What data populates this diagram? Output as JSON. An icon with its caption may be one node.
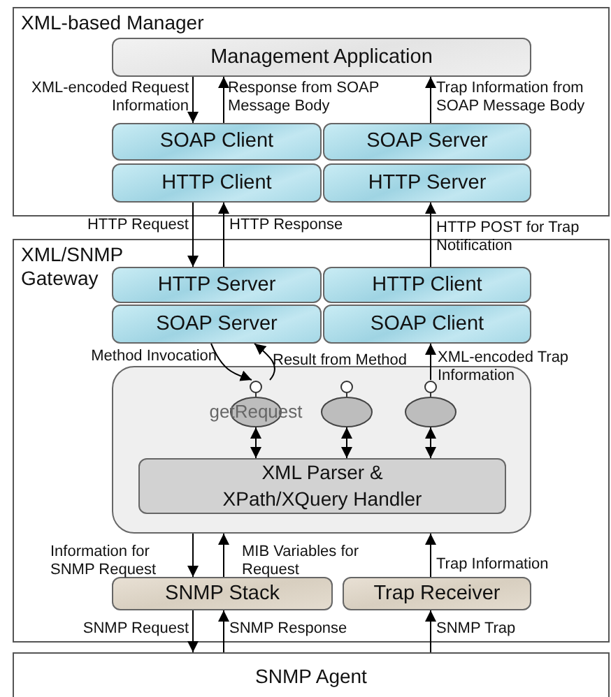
{
  "diagram": {
    "nodes": [
      {
        "text": [
          "XML-based Manager"
        ]
      },
      {
        "text": [
          "Management Application"
        ],
        "in": 0
      },
      {
        "text": [
          "SOAP Client"
        ],
        "in": 0
      },
      {
        "text": [
          "SOAP Server"
        ],
        "in": 0
      },
      {
        "text": [
          "HTTP Client"
        ],
        "in": 0
      },
      {
        "text": [
          "HTTP Server"
        ],
        "in": 0
      },
      {
        "text": [
          "XML/SNMP Gateway"
        ]
      },
      {
        "text": [
          "HTTP Server"
        ],
        "in": 6
      },
      {
        "text": [
          "HTTP Client"
        ],
        "in": 6
      },
      {
        "text": [
          "SOAP Server"
        ],
        "in": 6
      },
      {
        "text": [
          "SOAP Client"
        ],
        "in": 6
      },
      {
        "text": [],
        "shape": "box",
        "in": 6
      },
      {
        "text": [
          "getRequest"
        ],
        "in": 11
      },
      {
        "text": [],
        "shape": "ellipse",
        "in": 11
      },
      {
        "text": [],
        "shape": "ellipse",
        "in": 11
      },
      {
        "text": [
          "XML Parser & XPath/XQuery Handler"
        ],
        "in": 11
      },
      {
        "text": [
          "SNMP Stack"
        ],
        "in": 6
      },
      {
        "text": [
          "Trap Receiver"
        ],
        "in": 6
      },
      {
        "text": [
          "SNMP Agent"
        ]
      }
    ],
    "edges": [
      {
        "from": 1,
        "to": 2,
        "arrow": "to",
        "label": "XML-encoded Request Information"
      },
      {
        "from": 2,
        "to": 1,
        "arrow": "to",
        "label": "Response from SOAP Message Body"
      },
      {
        "from": 3,
        "to": 1,
        "arrow": "to",
        "label": "Trap Information from SOAP Message Body"
      },
      {
        "from": 4,
        "to": 7,
        "arrow": "to",
        "label": "HTTP Request"
      },
      {
        "from": 7,
        "to": 4,
        "arrow": "to",
        "label": "HTTP Response"
      },
      {
        "from": 8,
        "to": 5,
        "arrow": "to",
        "label": "HTTP POST for Trap Notification"
      },
      {
        "from": 9,
        "to": 12,
        "arrow": "to",
        "label": "Method Invocation"
      },
      {
        "from": 12,
        "to": 9,
        "arrow": "to",
        "label": "Result from Method"
      },
      {
        "from": 14,
        "to": 10,
        "arrow": "to",
        "label": "XML-encoded Trap Information"
      },
      {
        "from": 12,
        "to": 15,
        "arrow": "both"
      },
      {
        "from": 13,
        "to": 15,
        "arrow": "both"
      },
      {
        "from": 14,
        "to": 15,
        "arrow": "both"
      },
      {
        "from": 11,
        "to": 16,
        "arrow": "to",
        "label": "Information for SNMP Request"
      },
      {
        "from": 16,
        "to": 11,
        "arrow": "to",
        "label": "MIB Variables for Request"
      },
      {
        "from": 17,
        "to": 11,
        "arrow": "to",
        "label": "Trap Information"
      },
      {
        "from": 16,
        "to": 18,
        "arrow": "to",
        "label": "SNMP Request"
      },
      {
        "from": 18,
        "to": 16,
        "arrow": "to",
        "label": "SNMP Response"
      },
      {
        "from": 18,
        "to": 17,
        "arrow": "to",
        "label": "SNMP Trap"
      }
    ]
  }
}
